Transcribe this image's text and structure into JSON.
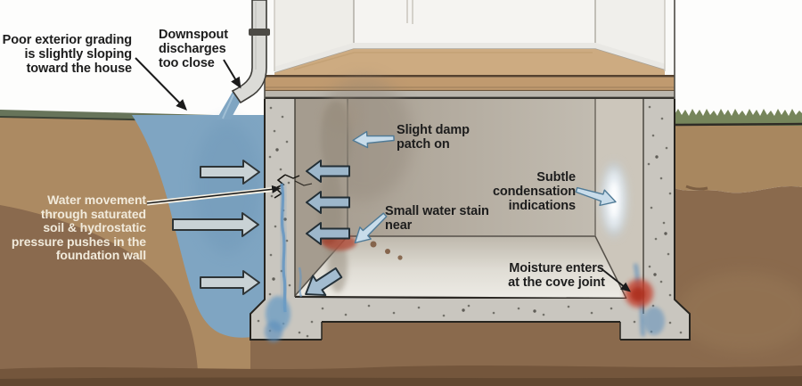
{
  "diagram": {
    "type": "cutaway-illustration",
    "subject": "House foundation water intrusion",
    "labels": {
      "grading": "Poor exterior grading\nis slightly sloping\ntoward the house",
      "downspout": "Downspout\ndischarges\ntoo close",
      "water_movement": "Water movement\nthrough saturated\nsoil & hydrostatic\npressure pushes in the\nfoundation wall",
      "damp_patch": "Slight damp\npatch on",
      "water_stain": "Small water stain\nnear",
      "condensation": "Subtle\ncondensation\nindications",
      "cove_joint": "Moisture enters\nat the cove joint"
    },
    "colors": {
      "water": "#7fa5c2",
      "soil_light": "#ac8a62",
      "soil_dark": "#8a6a4e",
      "grass": "#76855b",
      "concrete": "#c9c6bf",
      "wood_floor": "#cdab81",
      "stain_red": "#c3402f",
      "label_dark": "#1d1d1d",
      "label_light": "#f1eadb",
      "annotation_blue": "#c8dcea"
    }
  }
}
